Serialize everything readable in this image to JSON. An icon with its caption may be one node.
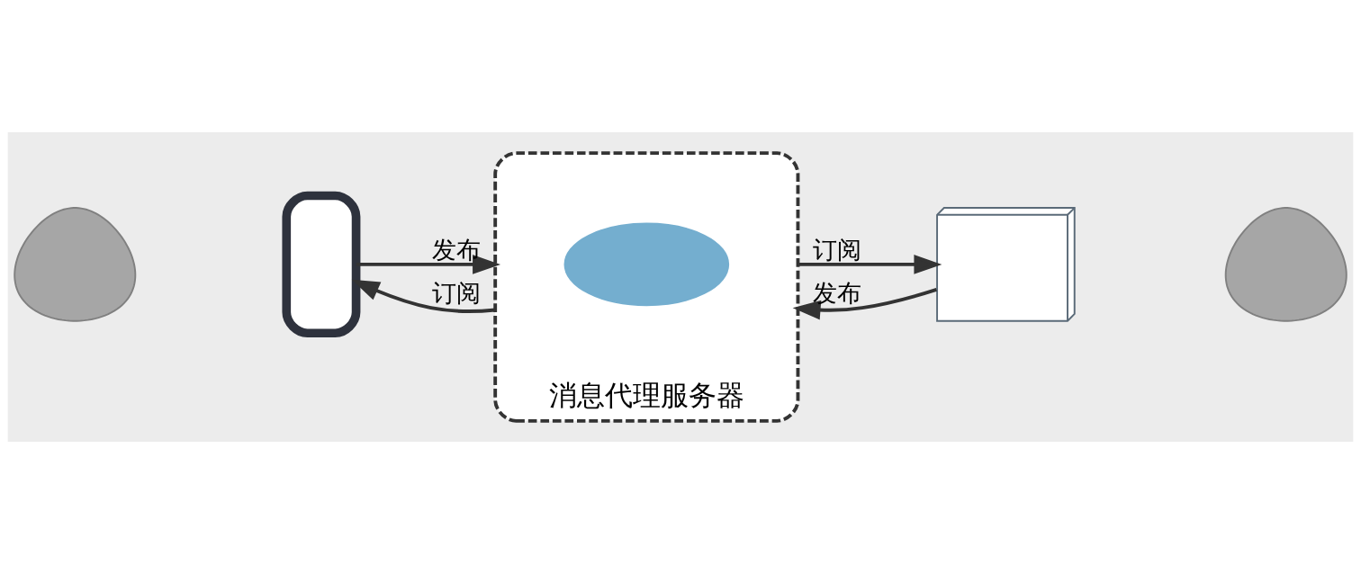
{
  "diagram": {
    "nodes": [
      {
        "text": [],
        "shape": "person"
      },
      {
        "text": [],
        "shape": "phone"
      },
      {
        "text": [
          "消息代理服务器"
        ]
      },
      {
        "text": [],
        "shape": "cloud",
        "in": 2
      },
      {
        "text": [],
        "shape": "computer"
      },
      {
        "text": [],
        "shape": "person"
      }
    ],
    "edges": [
      {
        "from": 1,
        "to": 2,
        "arrow": "to",
        "label": "发布"
      },
      {
        "from": 2,
        "to": 1,
        "arrow": "to",
        "label": "订阅"
      },
      {
        "from": 2,
        "to": 4,
        "arrow": "to",
        "label": "订阅"
      },
      {
        "from": 4,
        "to": 2,
        "arrow": "to",
        "label": "发布"
      }
    ]
  }
}
